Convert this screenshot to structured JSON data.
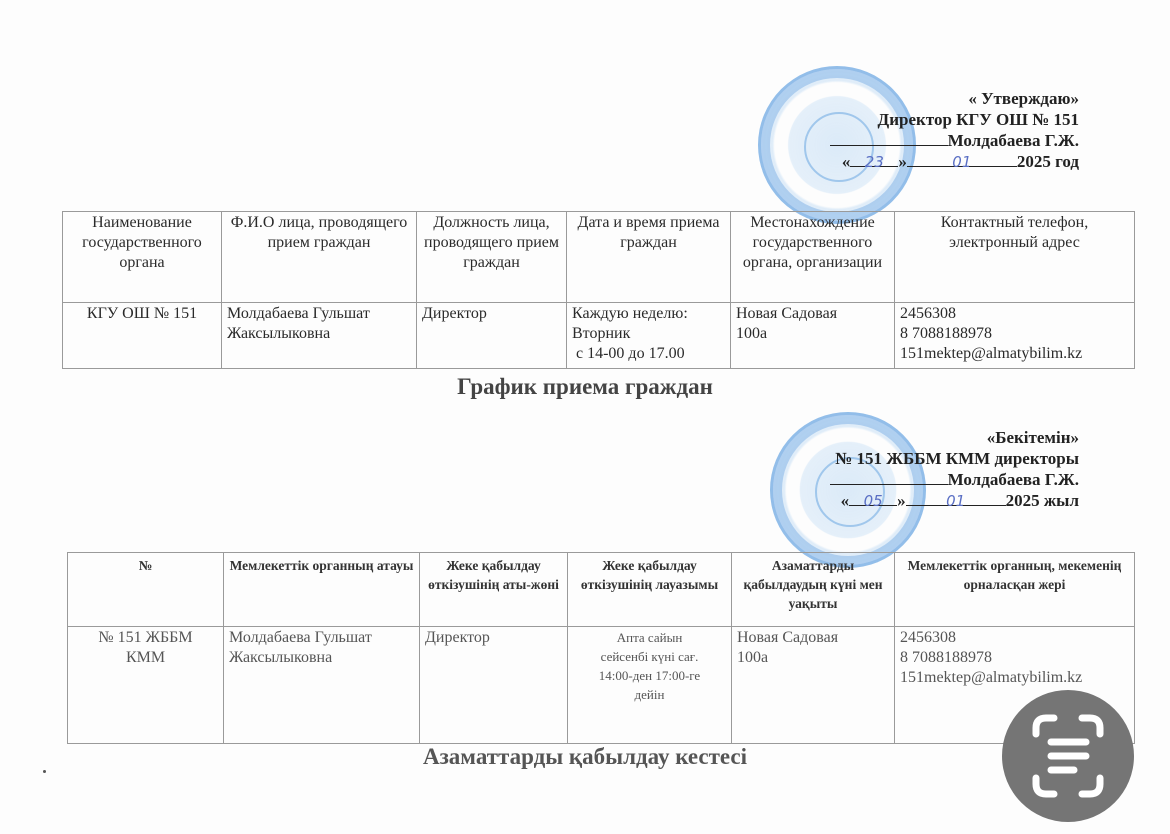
{
  "approval_ru": {
    "line1": "« Утверждаю»",
    "line2": "Директор КГУ ОШ № 151",
    "line3": "Молдабаева Г.Ж.",
    "date_open": "«",
    "date_day": "23",
    "date_close": "»",
    "date_month": "01",
    "date_year": "2025 год"
  },
  "table_ru": {
    "headers": [
      "Наименование государственного органа",
      "Ф.И.О лица, проводящего прием граждан",
      "Должность лица, проводящего прием граждан",
      "Дата и время приема граждан",
      "Местонахождение государственного органа, организации",
      "Контактный телефон, электронный адрес"
    ],
    "row": {
      "organ": "КГУ ОШ № 151",
      "name_1": "Молдабаева Гульшат",
      "name_2": "Жаксылыковна",
      "position": "Директор",
      "time_1": "Каждую неделю:",
      "time_2": "Вторник",
      "time_3": "с 14-00 до 17.00",
      "address_1": "Новая Садовая",
      "address_2": "100а",
      "phone_1": "2456308",
      "phone_2": "8 7088188978",
      "email": "151mektep@almatybilim.kz"
    }
  },
  "title_ru": "График приема граждан",
  "approval_kz": {
    "line1": "«Бекітемін»",
    "line2": "№ 151 ЖББМ КММ директоры",
    "line3": "Молдабаева Г.Ж.",
    "date_open": "«",
    "date_day": "05",
    "date_close": "»",
    "date_month": "01",
    "date_year": "2025 жыл"
  },
  "table_kz": {
    "headers": [
      "№",
      "Мемлекеттік органның атауы",
      "Жеке қабылдау өткізушінің аты-жөні",
      "Жеке қабылдау өткізушінің лауазымы",
      "Азаматтарды қабылдаудың күні мен уақыты",
      "Мемлекеттік органның, мекеменің орналасқан жері"
    ],
    "row": {
      "organ_1": "№ 151 ЖББМ",
      "organ_2": "КММ",
      "name_1": "Молдабаева Гульшат",
      "name_2": "Жаксылыковна",
      "position": "Директор",
      "time_1": "Апта сайын",
      "time_2": "сейсенбі күні сағ.",
      "time_3": "14:00-ден 17:00-ге",
      "time_4": "дейін",
      "address_1": "Новая Садовая",
      "address_2": "100а",
      "phone_1": "2456308",
      "phone_2": "8 7088188978",
      "email": "151mektep@almatybilim.kz"
    }
  },
  "title_kz": "Азаматтарды қабылдау кестесі",
  "overlay": {
    "ocr_button_icon": "text-scan-icon",
    "ocr_button_color": "#757575"
  }
}
